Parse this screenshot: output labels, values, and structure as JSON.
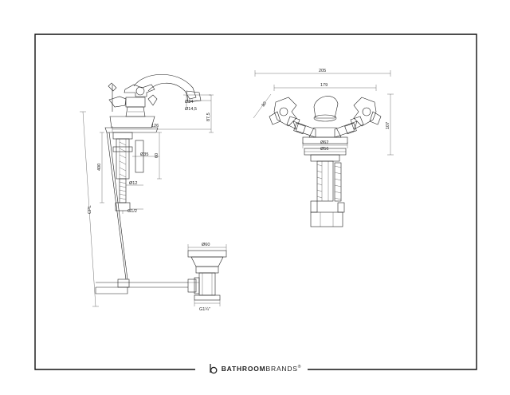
{
  "brand": {
    "name_bold": "BATHROOM",
    "name_light": "BRANDS",
    "mark": "®",
    "logo_icon": "b-logo-icon"
  },
  "side_view": {
    "dims": {
      "d34": "Ø34",
      "d14_5": "Ø14,5",
      "h87_5": "87,5",
      "reach": "126",
      "d35": "Ø35",
      "h60": "60",
      "h400": "400",
      "d12": "Ø12",
      "g12": "G1/2",
      "cpl": "CPL"
    }
  },
  "front_view": {
    "dims": {
      "w205": "205",
      "w179": "179",
      "a80": "80",
      "h107": "107",
      "d62": "Ø62",
      "d56": "Ø56"
    }
  },
  "waste_view": {
    "dims": {
      "d60": "Ø60",
      "g114": "G1¼\""
    }
  }
}
